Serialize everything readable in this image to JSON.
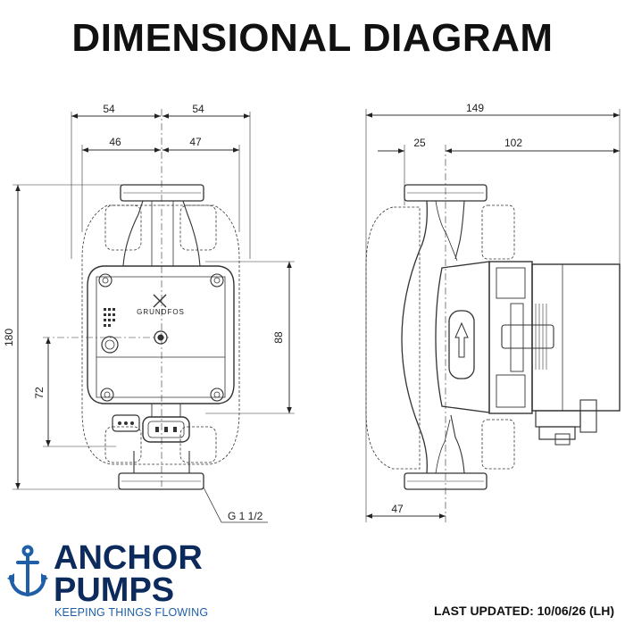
{
  "title": "DIMENSIONAL DIAGRAM",
  "front_view": {
    "dim_top_left": "54",
    "dim_top_right": "54",
    "dim_inner_left": "46",
    "dim_inner_right": "47",
    "dim_height_total": "180",
    "dim_height_body": "88",
    "dim_height_center": "72",
    "connection_label": "G 1 1/2",
    "logo_text": "GRUNDFOS"
  },
  "side_view": {
    "dim_total_width": "149",
    "dim_left": "25",
    "dim_right": "102",
    "dim_bottom": "47"
  },
  "brand": {
    "name_line1": "ANCHOR",
    "name_line2": "PUMPS",
    "tagline": "KEEPING THINGS FLOWING",
    "color": "#1f5fa8",
    "text_color": "#0c2a5c"
  },
  "last_updated": "LAST UPDATED: 10/06/26 (LH)"
}
